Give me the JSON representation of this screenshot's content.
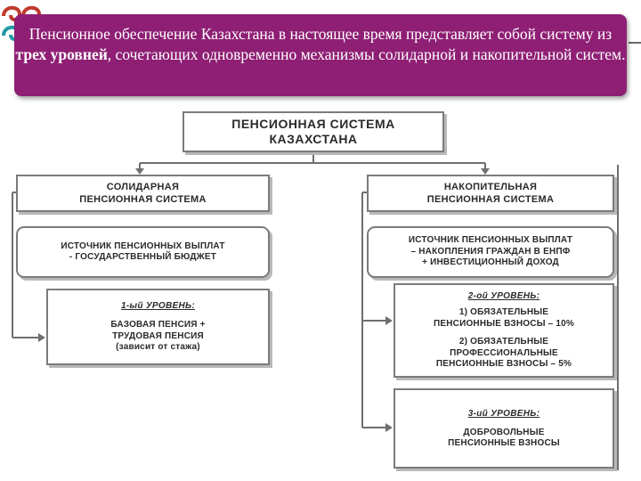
{
  "banner": {
    "text_before": "Пенсионное обеспечение Казахстана в настоящее время представляет собой систему из ",
    "text_bold": "трех уровней",
    "text_after": ", сочетающих одновременно механизмы солидарной и накопительной систем."
  },
  "diagram": {
    "root": {
      "line1": "ПЕНСИОННАЯ СИСТЕМА",
      "line2": "КАЗАХСТАНА"
    },
    "solidary": {
      "title": {
        "line1": "СОЛИДАРНАЯ",
        "line2": "ПЕНСИОННАЯ СИСТЕМА"
      },
      "source": {
        "line1": "ИСТОЧНИК ПЕНСИОННЫХ ВЫПЛАТ",
        "line2": "- ГОСУДАРСТВЕННЫЙ БЮДЖЕТ"
      },
      "level1": {
        "heading": "1-ый УРОВЕНЬ:",
        "line1": "БАЗОВАЯ ПЕНСИЯ +",
        "line2": "ТРУДОВАЯ ПЕНСИЯ",
        "line3": "(зависит от стажа)"
      }
    },
    "funded": {
      "title": {
        "line1": "НАКОПИТЕЛЬНАЯ",
        "line2": "ПЕНСИОННАЯ СИСТЕМА"
      },
      "source": {
        "line1": "ИСТОЧНИК ПЕНСИОННЫХ ВЫПЛАТ",
        "line2": "– НАКОПЛЕНИЯ ГРАЖДАН В ЕНПФ",
        "line3": "+ ИНВЕСТИЦИОННЫЙ ДОХОД"
      },
      "level2": {
        "heading": "2-ой УРОВЕНЬ:",
        "item1_line1": "1) ОБЯЗАТЕЛЬНЫЕ",
        "item1_line2": "ПЕНСИОННЫЕ ВЗНОСЫ – 10%",
        "item2_line1": "2) ОБЯЗАТЕЛЬНЫЕ",
        "item2_line2": "ПРОФЕССИОНАЛЬНЫЕ",
        "item2_line3": "ПЕНСИОННЫЕ ВЗНОСЫ – 5%"
      },
      "level3": {
        "heading": "3-ий УРОВЕНЬ:",
        "line1": "ДОБРОВОЛЬНЫЕ",
        "line2": "ПЕНСИОННЫЕ ВЗНОСЫ"
      }
    }
  },
  "colors": {
    "banner": "#8e1f74",
    "ornament_red": "#c0392b",
    "ornament_teal": "#1f9aa6"
  }
}
